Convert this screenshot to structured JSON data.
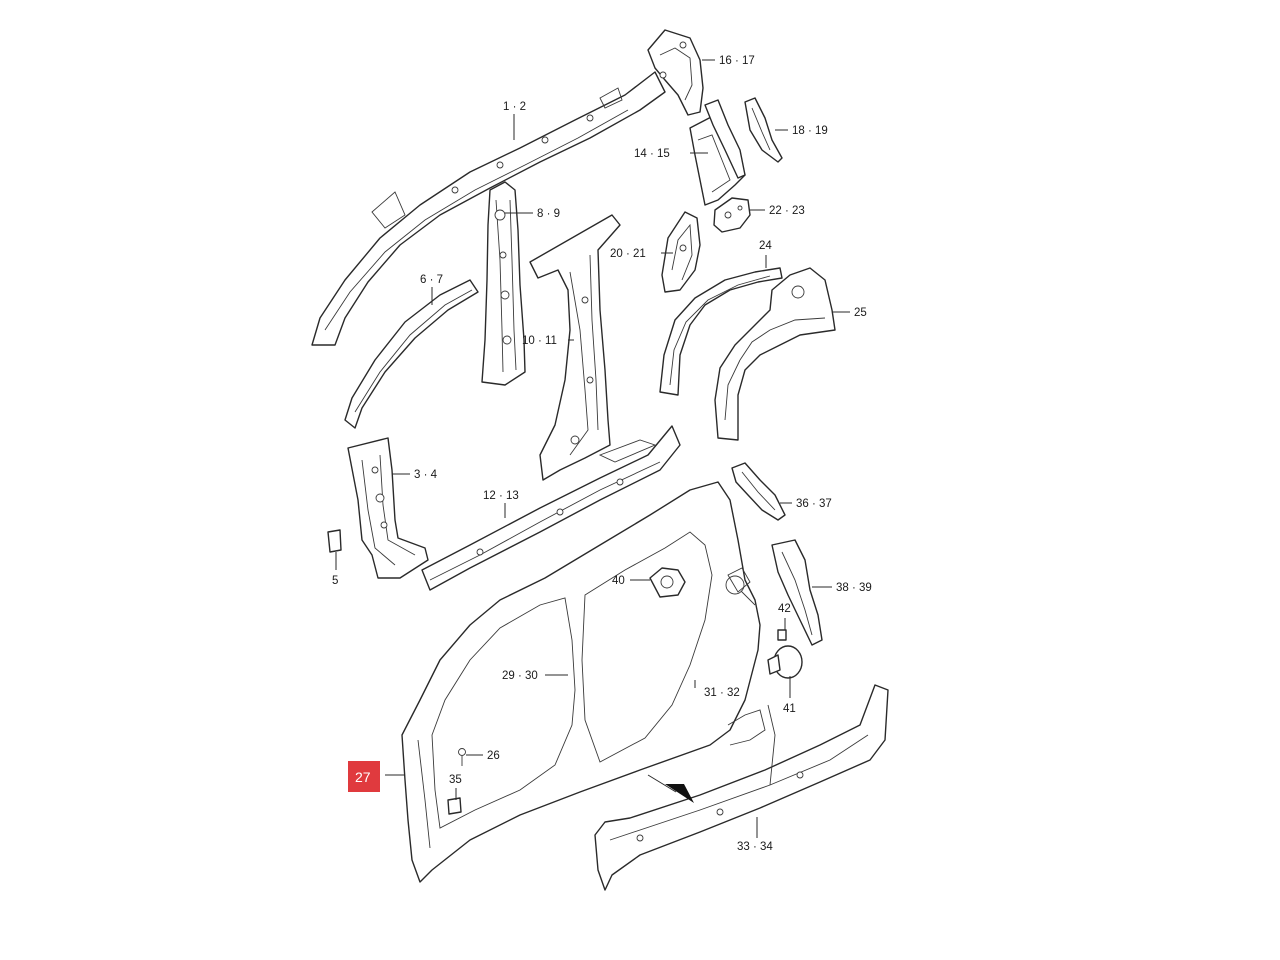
{
  "diagram": {
    "highlight_color": "#e03a3e",
    "labels": {
      "l_1_2": "1 · 2",
      "l_3_4": "3 · 4",
      "l_5": "5",
      "l_6_7": "6 · 7",
      "l_8_9": "8 · 9",
      "l_10_11": "10 · 11",
      "l_12_13": "12 · 13",
      "l_14_15": "14 · 15",
      "l_16_17": "16 · 17",
      "l_18_19": "18 · 19",
      "l_20_21": "20 · 21",
      "l_22_23": "22 · 23",
      "l_24": "24",
      "l_25": "25",
      "l_26": "26",
      "l_27": "27",
      "l_29_30": "29 · 30",
      "l_31_32": "31 · 32",
      "l_33_34": "33 · 34",
      "l_35": "35",
      "l_36_37": "36 · 37",
      "l_38_39": "38 · 39",
      "l_40": "40",
      "l_41": "41",
      "l_42": "42"
    }
  }
}
